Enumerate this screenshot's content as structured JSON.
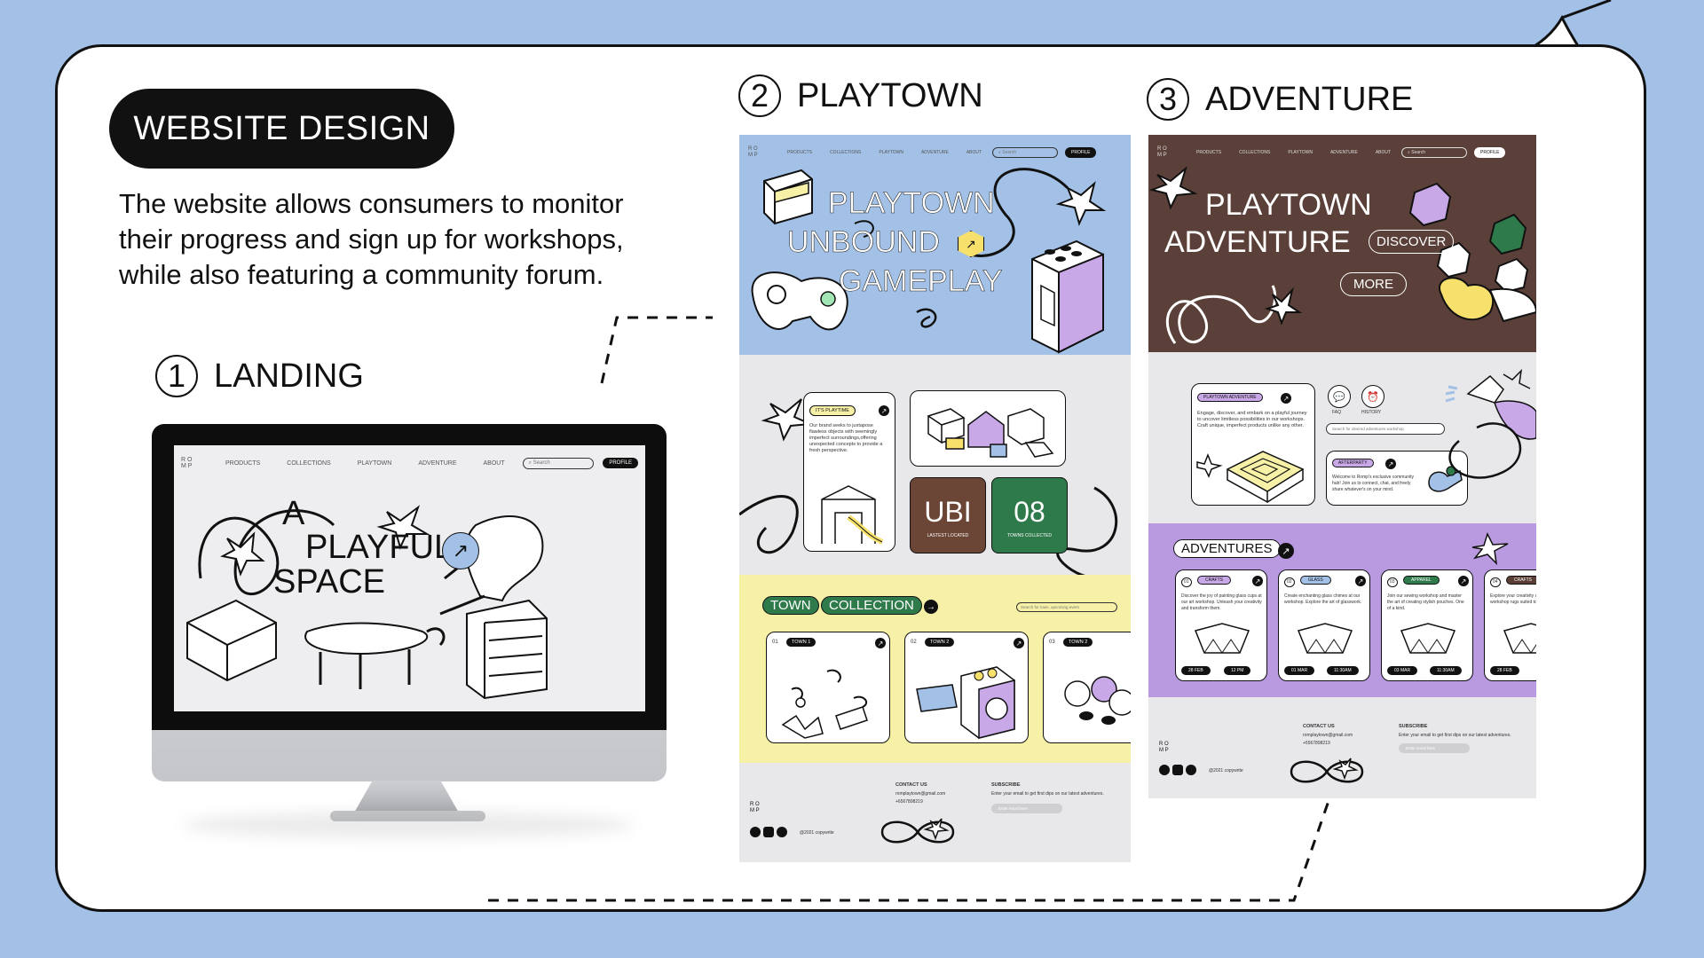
{
  "header": {
    "pill_label": "WEBSITE DESIGN",
    "description": "The website allows consumers to monitor their progress and sign up for workshops, while also featuring a community forum."
  },
  "sections": [
    {
      "number": "1",
      "title": "LANDING"
    },
    {
      "number": "2",
      "title": "PLAYTOWN"
    },
    {
      "number": "3",
      "title": "ADVENTURE"
    }
  ],
  "nav": {
    "logo": "R O M P",
    "items": [
      "PRODUCTS",
      "COLLECTIONS",
      "PLAYTOWN",
      "ADVENTURE",
      "ABOUT"
    ],
    "search_placeholder": "Search",
    "profile_label": "PROFILE"
  },
  "landing": {
    "headline_1": "A",
    "headline_2": "PLAYFUL",
    "headline_3": "SPACE"
  },
  "playtown": {
    "hero_1": "PLAYTOWN",
    "hero_2": "UNBOUND",
    "hero_3": "GAMEPLAY",
    "intro_tag": "IT'S PLAYTIME",
    "intro_text": "Our brand seeks to juxtapose flawless objects with seemingly imperfect surroundings,offering unexpected concepts to provide a fresh perspective.",
    "stat1_value": "UBI",
    "stat1_label": "LASTEST LOCATED",
    "stat2_value": "08",
    "stat2_label": "TOWNS COLLECTED",
    "collection_tag1": "TOWN",
    "collection_tag2": "COLLECTION",
    "collection_search": "Search for town, upcoming event",
    "towns": [
      {
        "num": "01",
        "label": "TOWN 1"
      },
      {
        "num": "02",
        "label": "TOWN 2"
      },
      {
        "num": "03",
        "label": "TOWN 2"
      }
    ],
    "footer": {
      "contact_title": "CONTACT US",
      "contact_email": "romplaytown@gmail.com",
      "contact_phone": "+6567898219",
      "subscribe_title": "SUBSCRIBE",
      "subscribe_text": "Enter your email to get first dips on our latest adventures.",
      "email_placeholder": "Enter email here",
      "copyright": "@2021 copywrite"
    }
  },
  "adventure": {
    "hero_1": "PLAYTOWN",
    "hero_2": "ADVENTURE",
    "discover_label": "DISCOVER",
    "more_label": "MORE",
    "intro_tag": "PLAYTOWN ADVENTURE",
    "intro_text": "Engage, discover, and embark on a playful journey to uncover limitless possibilities in our workshops. Craft unique, imperfect products unlike any other.",
    "faq_label": "FAQ",
    "history_label": "HISTORY",
    "search_placeholder": "Search for desired adventures workshop",
    "afterparty_tag": "AFTERPARTY",
    "afterparty_text": "Welcome to Romp's exclusive community hub! Join us to connect, chat, and freely share whatever's on your mind.",
    "adventures_title": "ADVENTURES",
    "workshops": [
      {
        "num": "01",
        "tag": "CRAFTS",
        "text": "Discover the joy of painting glass cups at our art workshop. Unleash your creativity and transform them.",
        "date": "28 FEB",
        "time": "12 PM",
        "tag_color": "#c9a8e8"
      },
      {
        "num": "02",
        "tag": "GLASS",
        "text": "Create enchanting glass chimes at our workshop. Explore the art of glasswork.",
        "date": "01 MAR",
        "time": "11:30AM",
        "tag_color": "#a3c1e6"
      },
      {
        "num": "03",
        "tag": "APPAREL",
        "text": "Join our sewing workshop and master the art of creating stylish pouches. One of a kind.",
        "date": "03 MAR",
        "time": "11:30AM",
        "tag_color": "#2f7a4a"
      },
      {
        "num": "04",
        "tag": "CRAFTS",
        "text": "Explore your creativity and crafts workshop rugs suited to your",
        "date": "28 FEB",
        "time": "",
        "tag_color": "#5a3e36"
      }
    ],
    "footer": {
      "contact_title": "CONTACT US",
      "contact_email": "romplaytown@gmail.com",
      "contact_phone": "+6567898219",
      "subscribe_title": "SUBSCRIBE",
      "subscribe_text": "Enter your email to get first dips on our latest adventures.",
      "email_placeholder": "Enter email here",
      "copyright": "@2021 copywrite"
    }
  },
  "colors": {
    "background": "#a3c1e6",
    "playtown_hero": "#a3c1e6",
    "adventure_hero": "#5a4038",
    "adventure_purple": "#b99ae0",
    "town_yellow": "#f7f1a8",
    "stat_brown": "#6b4636",
    "stat_green": "#2f7a4a",
    "panel_grey": "#e8e8ea"
  }
}
